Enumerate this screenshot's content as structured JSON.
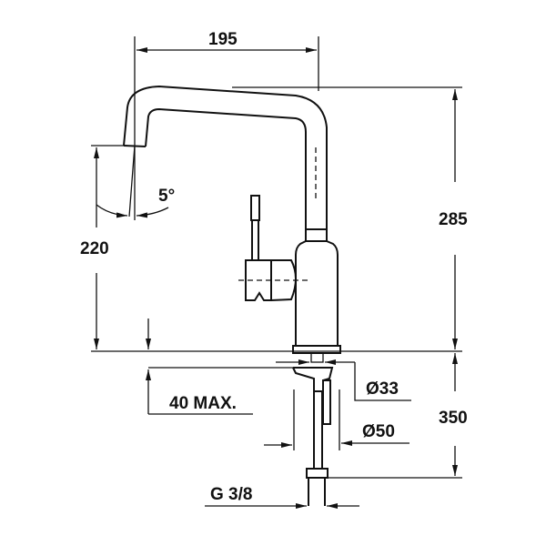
{
  "drawing": {
    "dimensions": {
      "spout_reach": "195",
      "total_height": "285",
      "spout_height": "220",
      "spout_angle": "5°",
      "max_thickness": "40 MAX.",
      "hole_diameter": "Ø33",
      "base_diameter": "Ø50",
      "hose_length": "350",
      "connection": "G 3/8"
    },
    "line_color": "#111111"
  }
}
